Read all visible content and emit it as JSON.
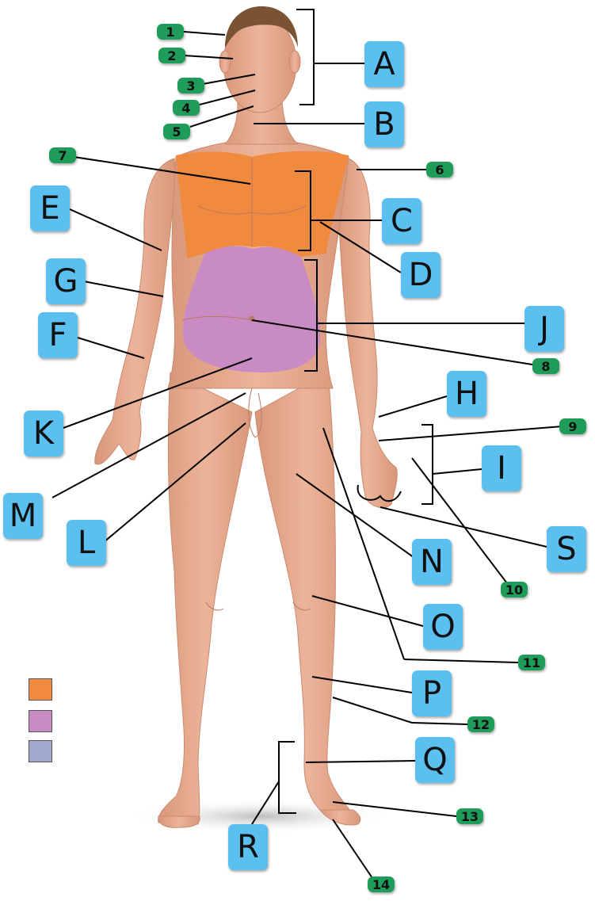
{
  "colors": {
    "skin": "#e6ab8f",
    "skin_shade": "#cf8f72",
    "hair": "#7a5334",
    "thorax": "#ef8a3f",
    "abdomen": "#c98bc4",
    "blue_label": "#5bbfef",
    "green_label": "#1f9c5a",
    "leader_line": "#000000"
  },
  "blue_labels": [
    "A",
    "B",
    "C",
    "D",
    "E",
    "F",
    "G",
    "H",
    "I",
    "J",
    "K",
    "L",
    "M",
    "N",
    "O",
    "P",
    "Q",
    "R",
    "S"
  ],
  "green_labels": [
    "1",
    "2",
    "3",
    "4",
    "5",
    "6",
    "7",
    "8",
    "9",
    "10",
    "11",
    "12",
    "13",
    "14"
  ],
  "legend": {
    "swatches": [
      {
        "name": "thorax-swatch",
        "color": "#ef8a3f"
      },
      {
        "name": "abdomen-swatch",
        "color": "#c98bc4"
      },
      {
        "name": "pelvis-swatch",
        "color": "#a2a9cf"
      }
    ]
  }
}
